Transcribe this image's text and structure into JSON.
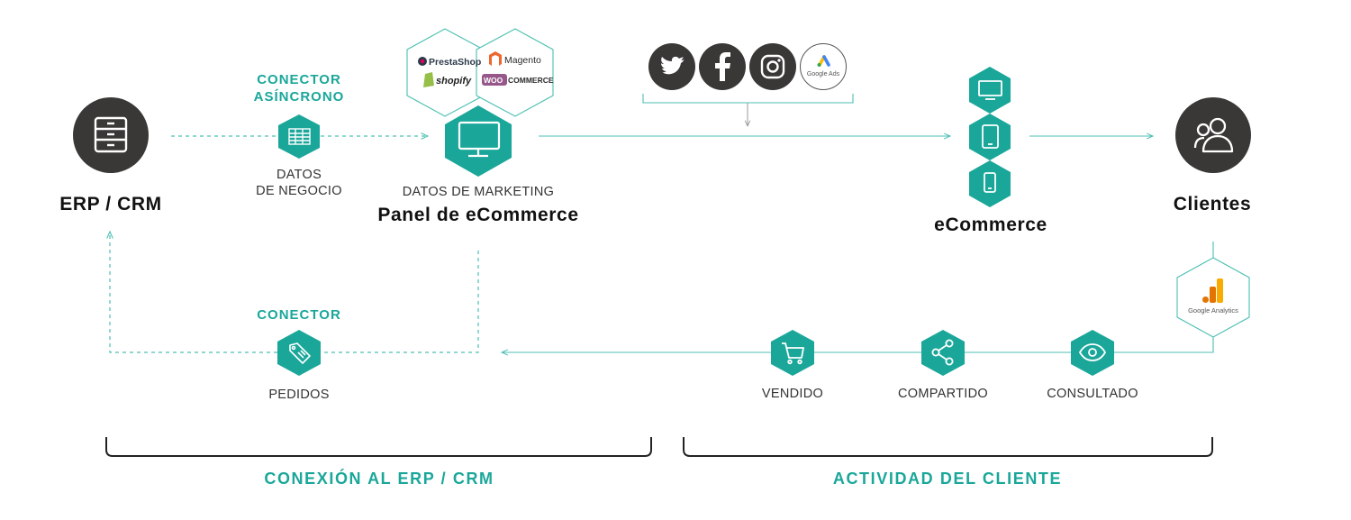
{
  "colors": {
    "teal": "#1aa79a",
    "dark": "#3a3836",
    "line": "#4cbfb3"
  },
  "nodes": {
    "erp": {
      "title": "ERP / CRM",
      "icon": "file-cabinet-icon"
    },
    "async_connector": {
      "heading_line1": "CONECTOR",
      "heading_line2": "ASÍNCRONO",
      "label_line1": "DATOS",
      "label_line2": "DE NEGOCIO",
      "icon": "spreadsheet-icon"
    },
    "panel": {
      "subtitle": "DATOS DE MARKETING",
      "title": "Panel de eCommerce",
      "icon": "monitor-icon",
      "platforms": [
        "PrestaShop",
        "Magento",
        "shopify",
        "WOO COMMERCE"
      ]
    },
    "social": {
      "items": [
        "twitter-icon",
        "facebook-icon",
        "instagram-icon",
        "google-ads-icon"
      ],
      "google_ads_label": "Google Ads"
    },
    "ecommerce": {
      "title": "eCommerce",
      "devices": [
        "monitor-icon",
        "tablet-icon",
        "smartphone-icon"
      ]
    },
    "clients": {
      "title": "Clientes",
      "icon": "users-icon"
    },
    "analytics": {
      "label": "Google Analytics"
    },
    "order_connector": {
      "heading": "CONECTOR",
      "label": "PEDIDOS",
      "icon": "tag-icon"
    },
    "activity": [
      {
        "label": "VENDIDO",
        "icon": "cart-icon"
      },
      {
        "label": "COMPARTIDO",
        "icon": "share-icon"
      },
      {
        "label": "CONSULTADO",
        "icon": "eye-icon"
      }
    ]
  },
  "sections": {
    "left": "CONEXIÓN AL ERP / CRM",
    "right": "ACTIVIDAD DEL CLIENTE"
  }
}
